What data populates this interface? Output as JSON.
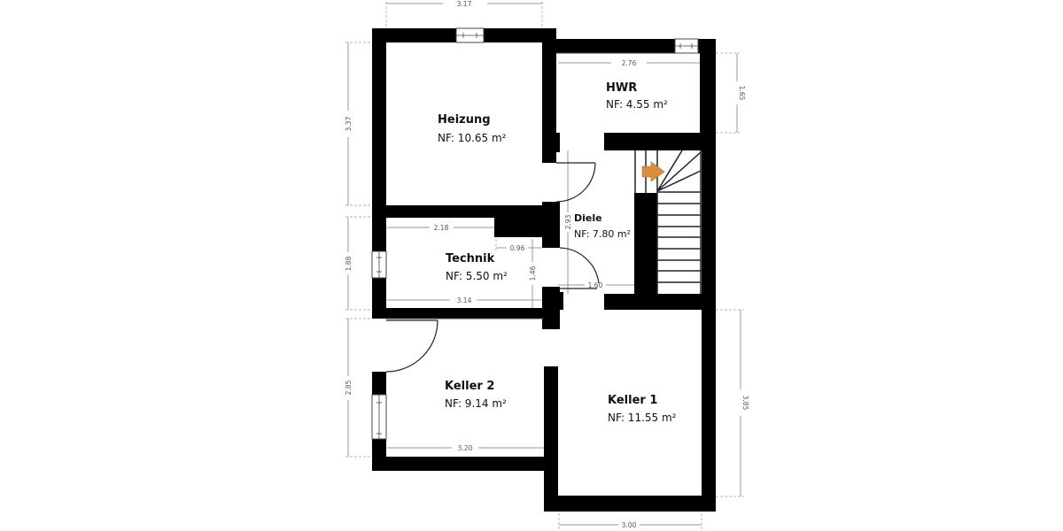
{
  "floor_plan": {
    "rooms": [
      {
        "id": "heizung",
        "name": "Heizung",
        "area": "NF: 10.65 m²"
      },
      {
        "id": "hwr",
        "name": "HWR",
        "area": "NF: 4.55 m²"
      },
      {
        "id": "diele",
        "name": "Diele",
        "area": "NF: 7.80 m²"
      },
      {
        "id": "technik",
        "name": "Technik",
        "area": "NF: 5.50 m²"
      },
      {
        "id": "keller2",
        "name": "Keller 2",
        "area": "NF: 9.14 m²"
      },
      {
        "id": "keller1",
        "name": "Keller 1",
        "area": "NF: 11.55 m²"
      }
    ],
    "dimensions": {
      "heizung_width": "3.17",
      "heizung_height": "3.37",
      "hwr_width": "2.76",
      "hwr_height": "1.65",
      "diele_height": "2.93",
      "diele_width": "1.60",
      "technik_top_width": "2.18",
      "technik_niche_width": "0.96",
      "technik_niche_height": "1.46",
      "technik_height": "1.88",
      "technik_bottom_width": "3.14",
      "keller2_height": "2.85",
      "keller2_width": "3.20",
      "keller1_height": "3.85",
      "keller1_width": "3.00"
    },
    "colors": {
      "wall": "#000000",
      "stair_arrow": "#d98e3f",
      "dimension": "#9a9a9a"
    }
  }
}
